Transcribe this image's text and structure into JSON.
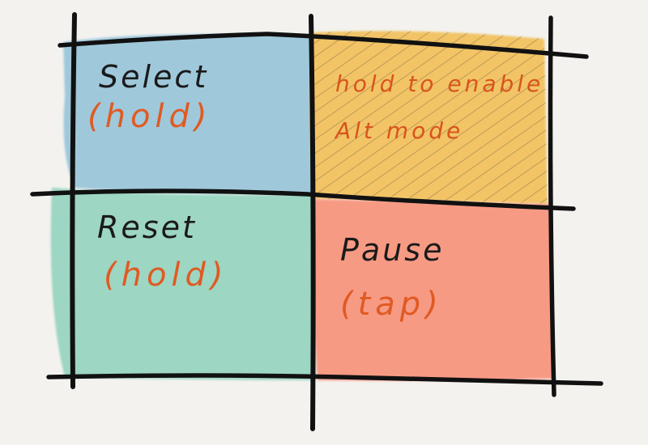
{
  "colors": {
    "background": "#f3f2ef",
    "select_fill": "#9fc8db",
    "alt_fill": "#f2c466",
    "reset_fill": "#9dd6c2",
    "pause_fill": "#f79a84",
    "ink": "#111111",
    "accent_text": "#e05a22"
  },
  "cells": {
    "select": {
      "title": "Select",
      "subtitle": "(hold)"
    },
    "alt": {
      "line1": "hold to enable",
      "line2": "Alt mode"
    },
    "reset": {
      "title": "Reset",
      "subtitle": "(hold)"
    },
    "pause": {
      "title": "Pause",
      "subtitle": "(tap)"
    }
  }
}
